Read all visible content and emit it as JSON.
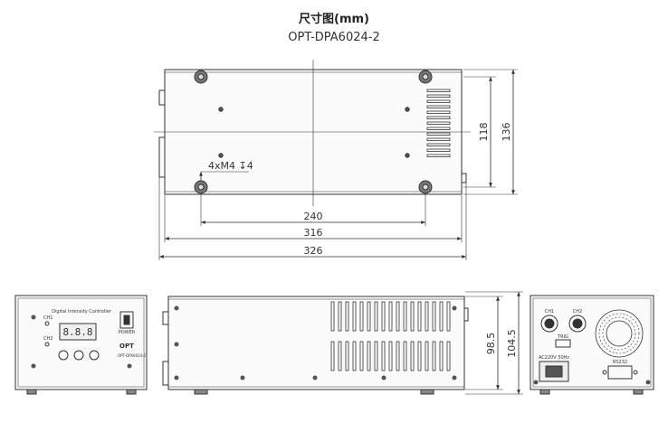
{
  "header": {
    "title": "尺寸图(mm)",
    "subtitle": "OPT-DPA6024-2"
  },
  "top_view": {
    "hole_note": "4xM4 ↧4",
    "dims": {
      "hole_spacing": "240",
      "body_length": "316",
      "overall_length": "326",
      "inner_width": "118",
      "overall_width": "136"
    }
  },
  "front_panel": {
    "title": "Digital Intensity Controller",
    "display": "8.8.8",
    "ch1": "CH1",
    "ch2": "CH2",
    "power": "POWER",
    "brand": "OPT",
    "model_line": "OPT-DPA6024-2"
  },
  "side_view": {
    "dims": {
      "body_height": "98.5",
      "overall_height": "104.5"
    }
  },
  "rear_panel": {
    "ch1": "CH1",
    "ch2": "CH2",
    "trig": "TRIG",
    "ac_label": "AC220V 50Hz",
    "rs232": "RS232"
  }
}
